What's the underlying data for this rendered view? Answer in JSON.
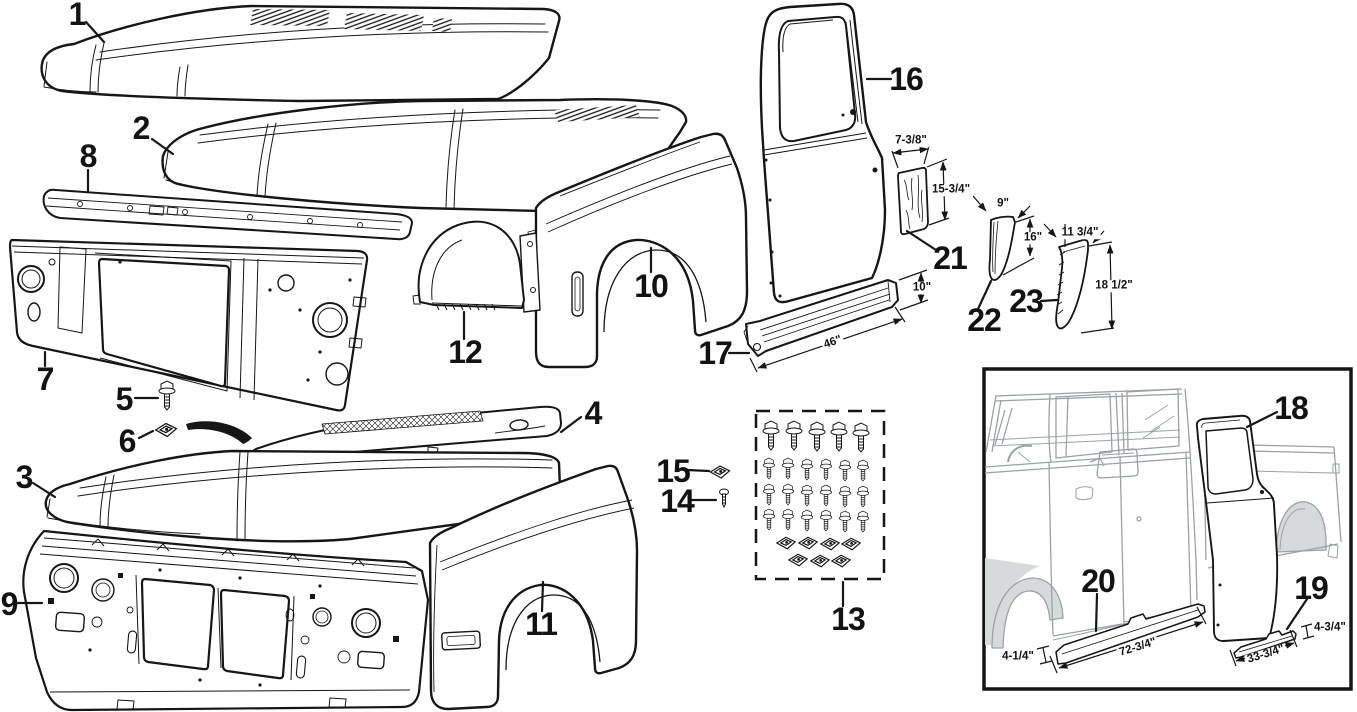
{
  "diagram": {
    "description": "Exploded parts diagram - pickup truck front body sheet metal",
    "parts": [
      {
        "num": "1",
        "name": "hood-panel"
      },
      {
        "num": "2",
        "name": "hood-panel"
      },
      {
        "num": "3",
        "name": "hood-panel"
      },
      {
        "num": "4",
        "name": "cowl-vent-grille-panel"
      },
      {
        "num": "5",
        "name": "mounting-bolt"
      },
      {
        "num": "6",
        "name": "retainer-clip"
      },
      {
        "num": "7",
        "name": "radiator-core-support"
      },
      {
        "num": "8",
        "name": "radiator-support-upper-bar"
      },
      {
        "num": "9",
        "name": "radiator-core-support"
      },
      {
        "num": "10",
        "name": "front-fender"
      },
      {
        "num": "11",
        "name": "front-fender"
      },
      {
        "num": "12",
        "name": "inner-fender-wheelhouse"
      },
      {
        "num": "13",
        "name": "mounting-hardware-kit"
      },
      {
        "num": "14",
        "name": "screw"
      },
      {
        "num": "15",
        "name": "clip-nut"
      },
      {
        "num": "16",
        "name": "door-shell"
      },
      {
        "num": "17",
        "name": "rocker-panel",
        "dims": {
          "length": "46\"",
          "height": "10\""
        }
      },
      {
        "num": "18",
        "name": "rear-door-skin"
      },
      {
        "num": "19",
        "name": "rear-rocker-panel",
        "dims": {
          "length": "33-3/4\"",
          "height": "4-3/4\""
        }
      },
      {
        "num": "20",
        "name": "front-rocker-panel",
        "dims": {
          "length": "72-3/4\"",
          "height": "4-1/4\""
        }
      },
      {
        "num": "21",
        "name": "cab-corner-patch",
        "dims": {
          "width": "7-3/8\"",
          "height": "15-3/4\""
        }
      },
      {
        "num": "22",
        "name": "pillar-patch-panel",
        "dims": {
          "width": "9\"",
          "height": "16\""
        }
      },
      {
        "num": "23",
        "name": "pillar-patch-panel",
        "dims": {
          "width": "11 3/4\"",
          "height": "18 1/2\""
        }
      }
    ]
  }
}
